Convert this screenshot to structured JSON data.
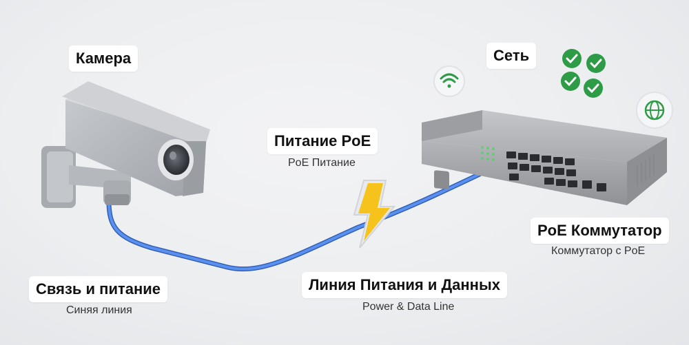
{
  "labels": {
    "camera": "Камера",
    "network": "Сеть",
    "poe_power": "Питание PoE",
    "poe_power_sub": "PoE Питание",
    "poe_switch": "PoE Коммутатор",
    "poe_switch_sub": "Коммутатор с PoE",
    "link_power": "Связь и питание",
    "link_power_sub": "Синяя линия",
    "power_data_line": "Линия Питания и Данных",
    "power_data_line_sub": "Power & Data Line"
  },
  "colors": {
    "cable": "#4f84e3",
    "bolt": "#f6c21c",
    "check": "#2e9b47",
    "camera_body": "#b9bcc1",
    "switch_body": "#a9abaf"
  },
  "icons": [
    "wifi-icon",
    "check-icon",
    "globe-icon",
    "lightning-bolt-icon"
  ]
}
